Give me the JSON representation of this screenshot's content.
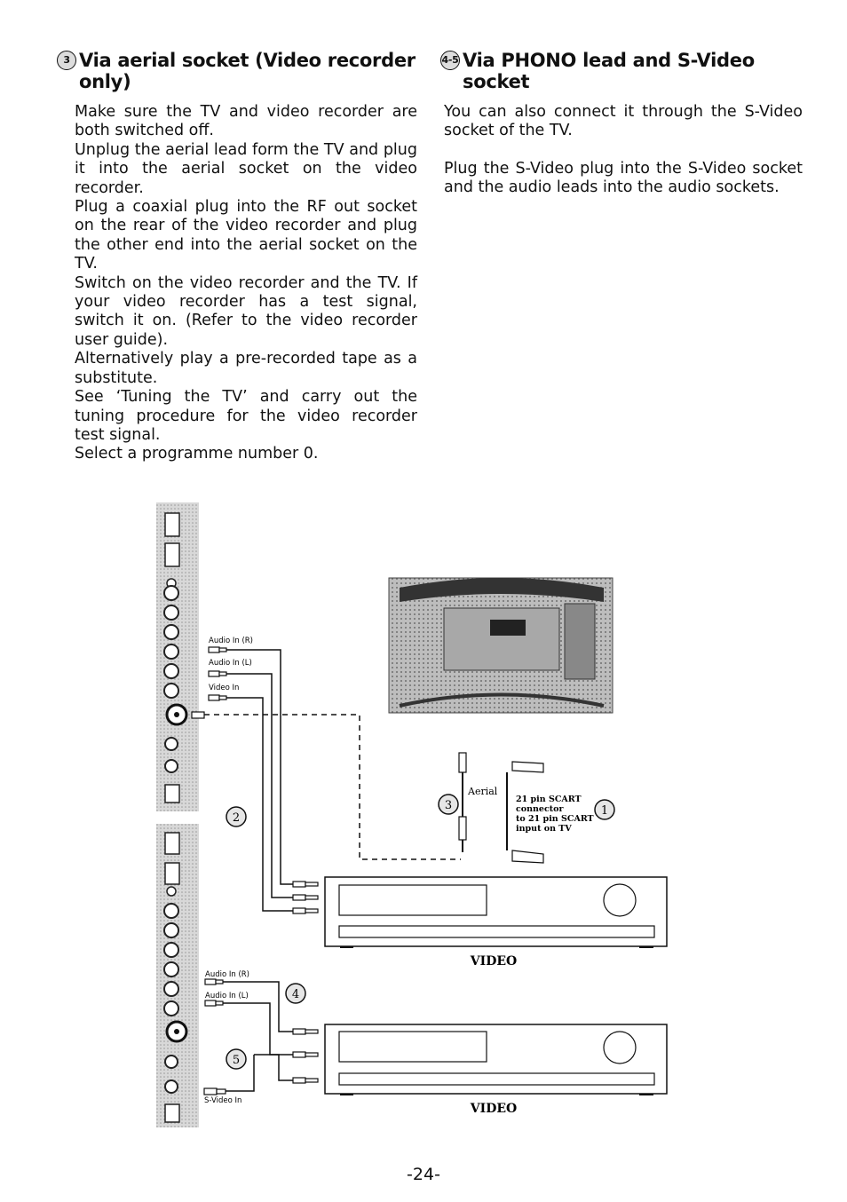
{
  "left_section": {
    "badge": "3",
    "heading": "Via aerial socket (Video recorder only)",
    "paragraphs": [
      "Make sure the TV and video recorder are both switched off.",
      "Unplug the aerial lead form the TV and plug it into the aerial socket on the video recorder.",
      "Plug a coaxial plug into the RF out socket on the rear of the video recorder and plug the other end into the aerial socket on the TV.",
      "Switch on the video recorder and the TV. If your video recorder has a test signal, switch it on. (Refer to the video recorder user guide).",
      "Alternatively play a pre-recorded tape as a substitute.",
      "See ‘Tuning the TV’ and carry out the tuning procedure for the video recorder test signal.",
      "Select a programme number 0."
    ]
  },
  "right_section": {
    "badge": "4-5",
    "heading": "Via PHONO lead and S-Video socket",
    "paragraphs": [
      "You can also connect it through the S-Video socket of the TV.",
      "Plug the S-Video plug into the S-Video socket and the audio leads into the audio sockets."
    ]
  },
  "diagram": {
    "top_panel_labels": {
      "audio_r": "Audio In (R)",
      "audio_l": "Audio In (L)",
      "video_in": "Video In"
    },
    "bottom_panel_labels": {
      "audio_r": "Audio In (R)",
      "audio_l": "Audio In (L)",
      "svideo_in": "S-Video In"
    },
    "aerial_label": "Aerial",
    "scart_label": [
      "21 pin SCART",
      "connector",
      "to 21 pin SCART",
      "input on TV"
    ],
    "video_label_1": "VIDEO",
    "video_label_2": "VIDEO",
    "step_markers": [
      "1",
      "2",
      "3",
      "4",
      "5"
    ]
  },
  "page_number": "-24-"
}
